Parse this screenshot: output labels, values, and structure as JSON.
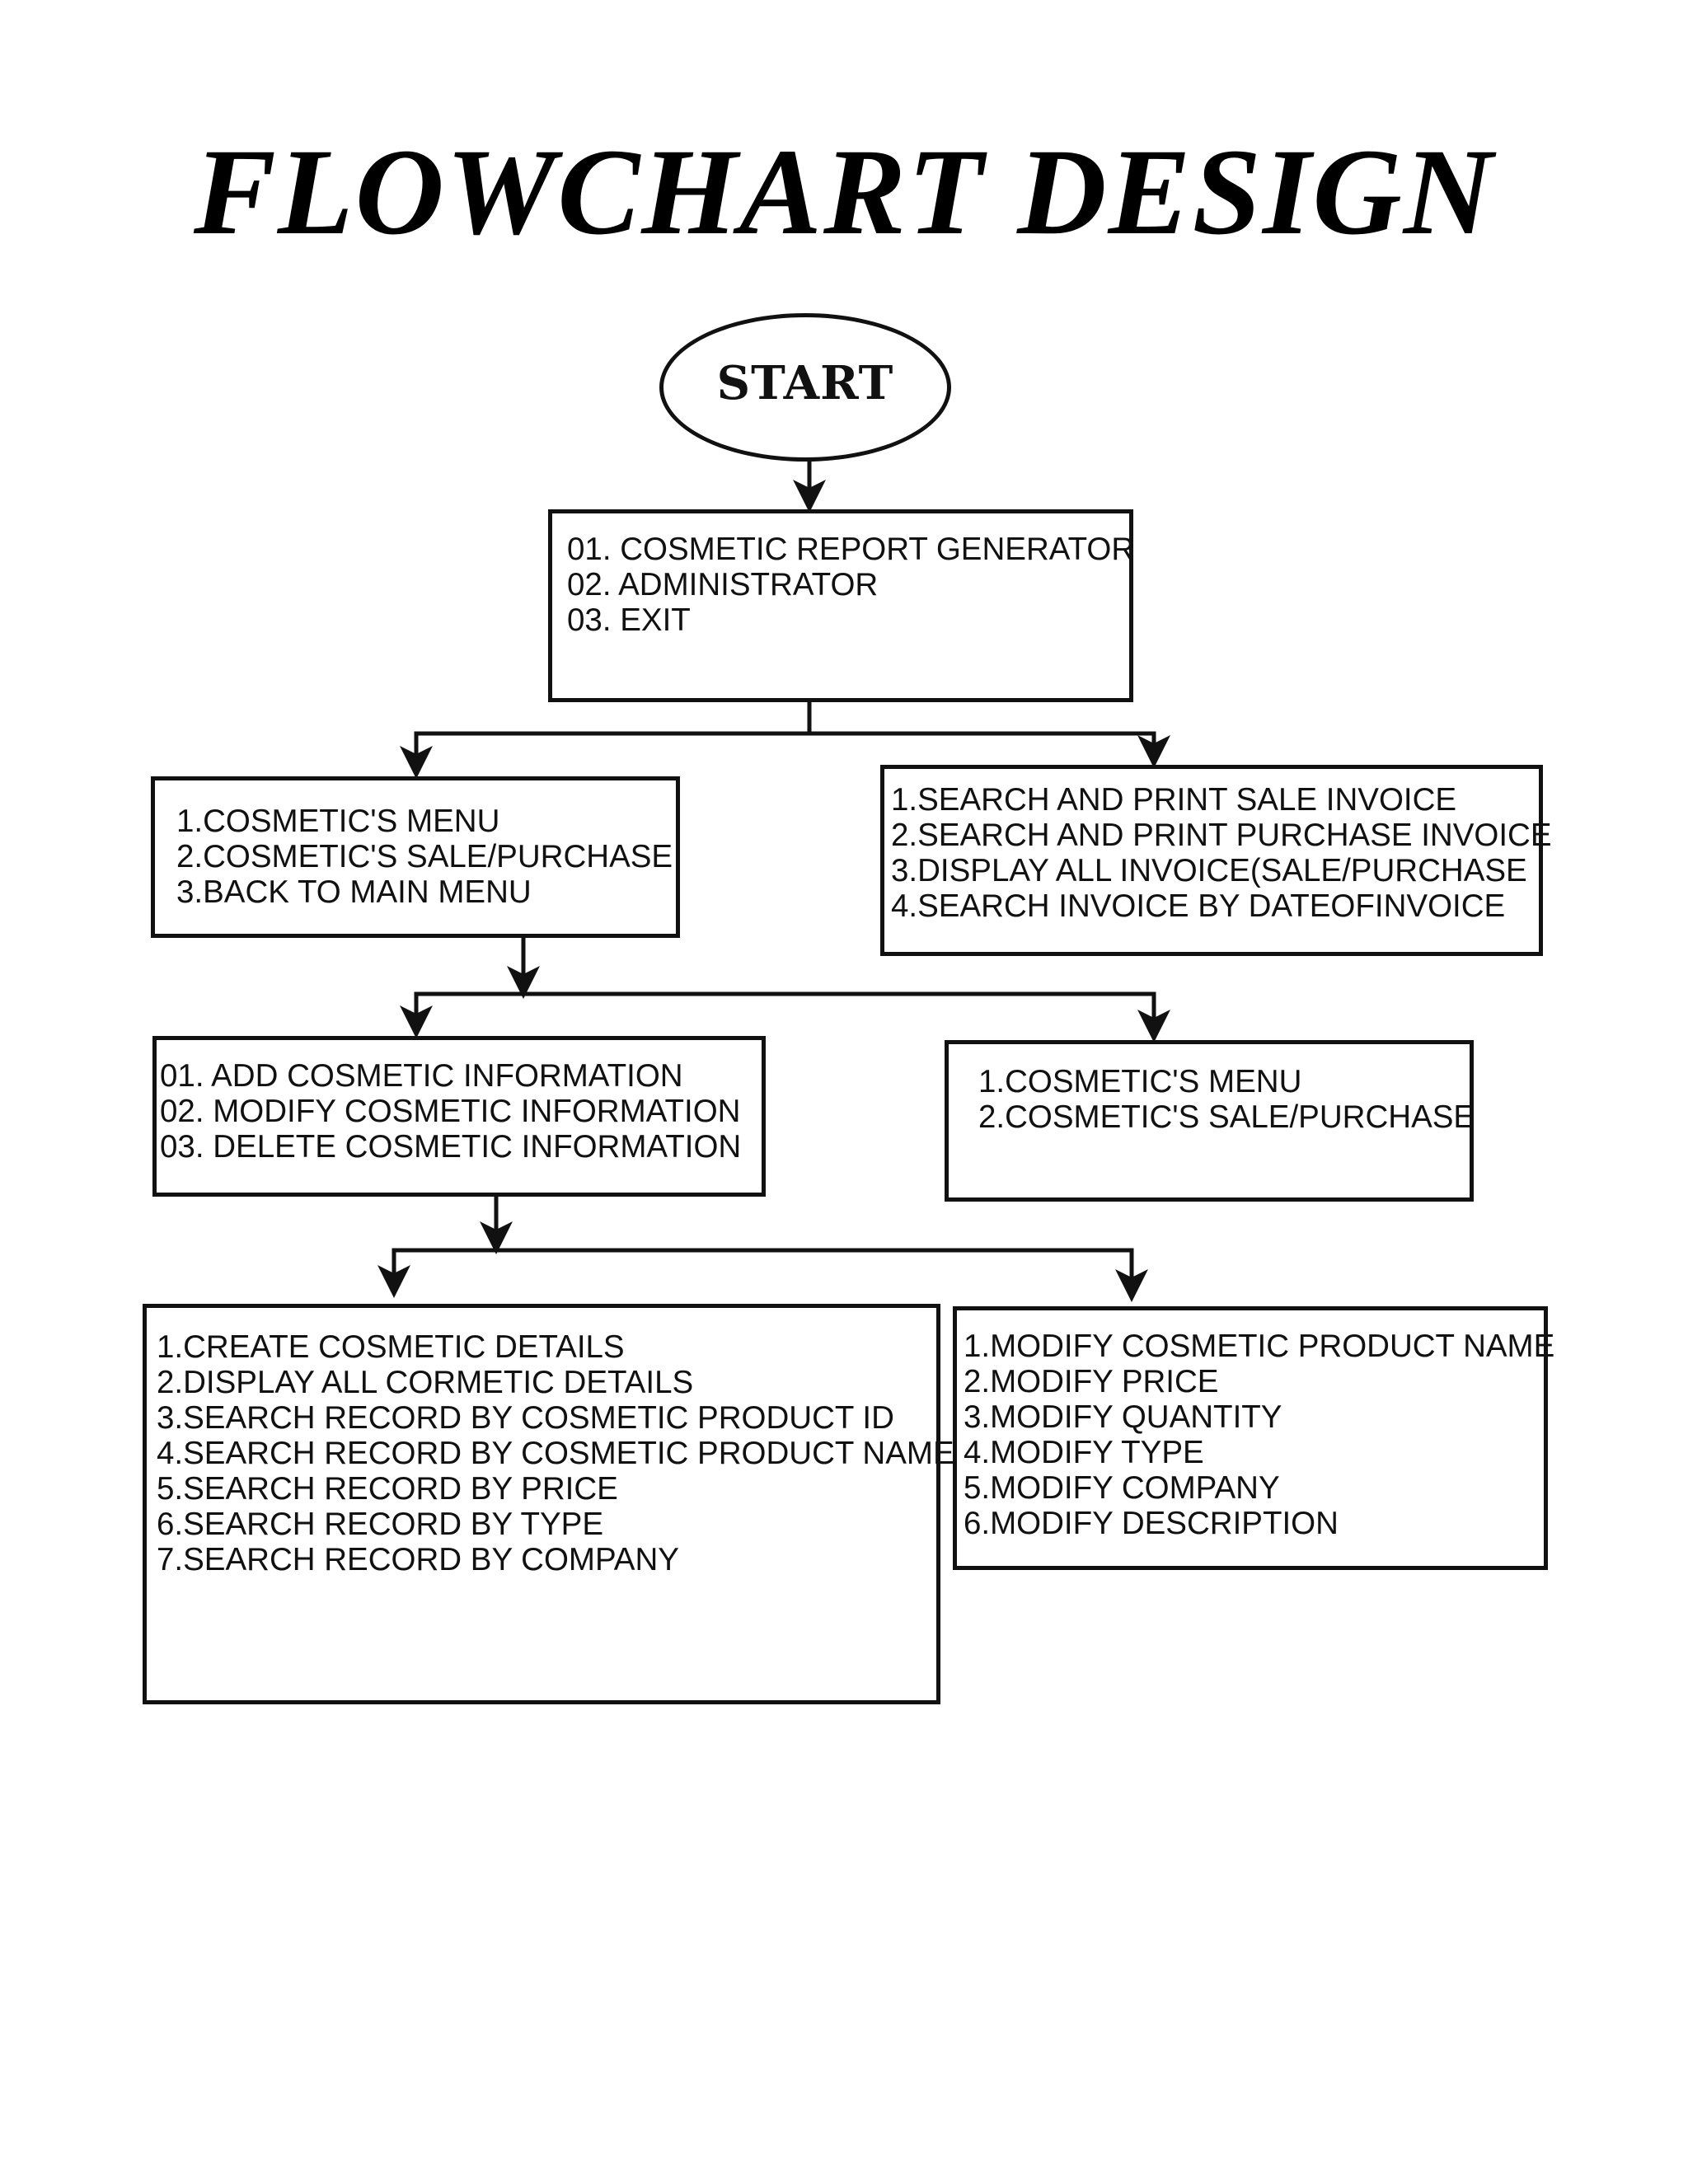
{
  "title": "FLOWCHART DESIGN",
  "start_label": "START",
  "main_menu": {
    "items": [
      "01. COSMETIC REPORT GENERATOR",
      "02. ADMINISTRATOR",
      "03. EXIT"
    ]
  },
  "report_menu": {
    "items": [
      "1.COSMETIC'S MENU",
      "2.COSMETIC'S SALE/PURCHASE",
      "3.BACK TO MAIN MENU"
    ]
  },
  "invoice_menu": {
    "items": [
      "1.SEARCH AND PRINT SALE INVOICE",
      "2.SEARCH AND PRINT PURCHASE INVOICE",
      "3.DISPLAY ALL INVOICE(SALE/PURCHASE",
      "4.SEARCH INVOICE BY DATEOFINVOICE"
    ]
  },
  "cosmetic_info_menu": {
    "items": [
      "01. ADD COSMETIC INFORMATION",
      "02. MODIFY COSMETIC INFORMATION",
      "03. DELETE COSMETIC INFORMATION"
    ]
  },
  "admin_submenu": {
    "items": [
      "1.COSMETIC'S MENU",
      "2.COSMETIC'S SALE/PURCHASE"
    ]
  },
  "details_menu": {
    "items": [
      "1.CREATE COSMETIC DETAILS",
      "2.DISPLAY ALL CORMETIC DETAILS",
      "3.SEARCH RECORD BY COSMETIC PRODUCT ID",
      "4.SEARCH RECORD BY COSMETIC PRODUCT NAME",
      "5.SEARCH RECORD BY PRICE",
      "6.SEARCH RECORD BY TYPE",
      "7.SEARCH RECORD BY COMPANY"
    ]
  },
  "modify_menu": {
    "items": [
      "1.MODIFY COSMETIC PRODUCT NAME",
      "2.MODIFY PRICE",
      "3.MODIFY QUANTITY",
      "4.MODIFY TYPE",
      "5.MODIFY COMPANY",
      "6.MODIFY DESCRIPTION"
    ]
  }
}
